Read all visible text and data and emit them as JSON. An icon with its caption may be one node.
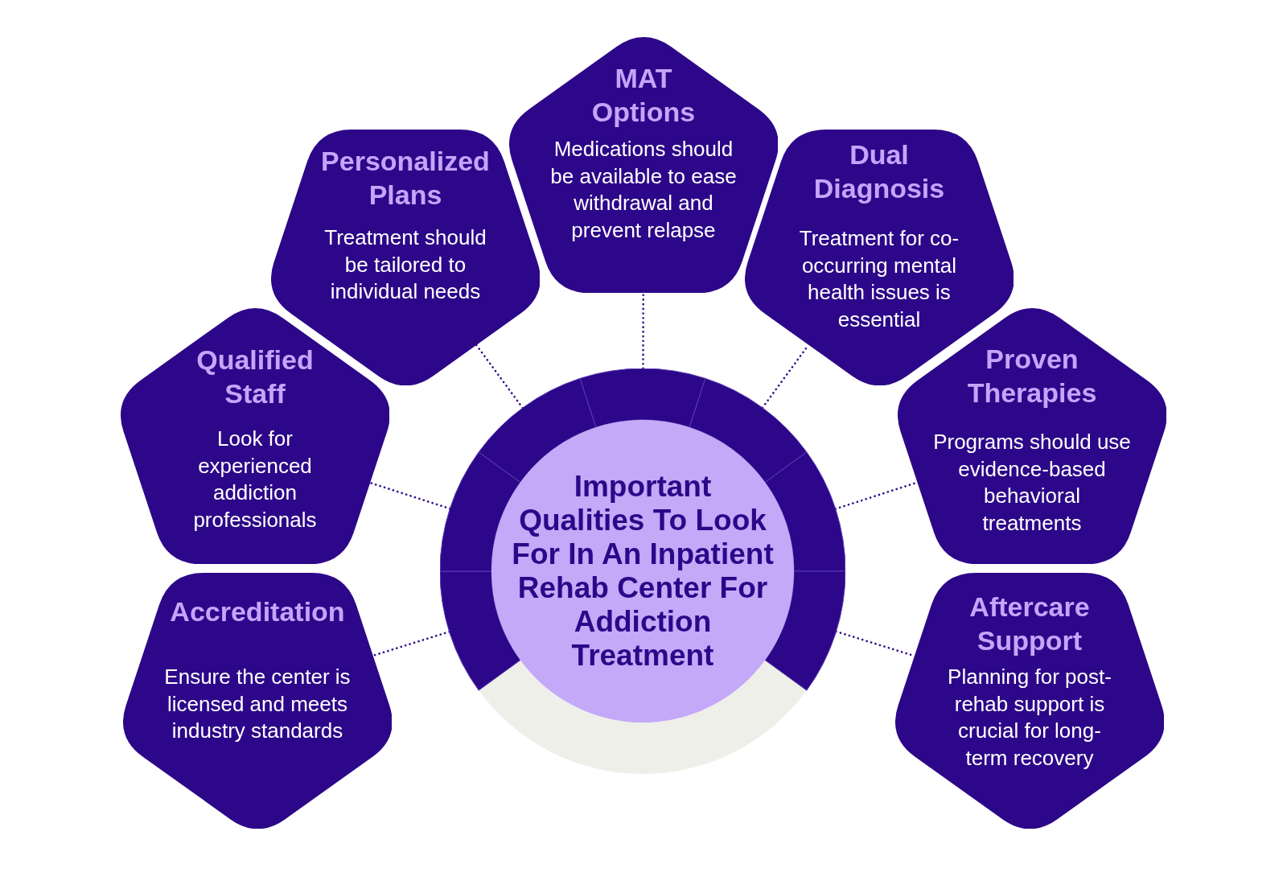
{
  "diagram": {
    "nodes": [
      {
        "text": [
          "MAT Options",
          "Medications should be available to ease withdrawal and prevent relapse"
        ]
      },
      {
        "text": [
          "Personalized Plans",
          "Treatment should be tailored to individual needs"
        ]
      },
      {
        "text": [
          "Dual Diagnosis",
          "Treatment for co-occurring mental health issues is essential"
        ]
      },
      {
        "text": [
          "Qualified Staff",
          "Look for experienced addiction professionals"
        ]
      },
      {
        "text": [
          "Proven Therapies",
          "Programs should use evidence-based behavioral treatments"
        ]
      },
      {
        "text": [
          "Important Qualities To Look For In An Inpatient Rehab Center For Addiction Treatment"
        ]
      },
      {
        "text": [
          "Accreditation",
          "Ensure the center is licensed and meets industry standards"
        ]
      },
      {
        "text": [
          "Aftercare Support",
          "Planning for post-rehab support is crucial for long-term recovery"
        ]
      }
    ],
    "edges": [
      {
        "from": 5,
        "to": 0,
        "arrow": "none",
        "style": "dashed"
      },
      {
        "from": 5,
        "to": 1,
        "arrow": "none",
        "style": "dashed"
      },
      {
        "from": 5,
        "to": 2,
        "arrow": "none",
        "style": "dashed"
      },
      {
        "from": 5,
        "to": 3,
        "arrow": "none",
        "style": "dashed"
      },
      {
        "from": 5,
        "to": 4,
        "arrow": "none",
        "style": "dashed"
      },
      {
        "from": 5,
        "to": 6,
        "arrow": "none",
        "style": "dashed"
      },
      {
        "from": 5,
        "to": 7,
        "arrow": "none",
        "style": "dashed"
      }
    ]
  }
}
